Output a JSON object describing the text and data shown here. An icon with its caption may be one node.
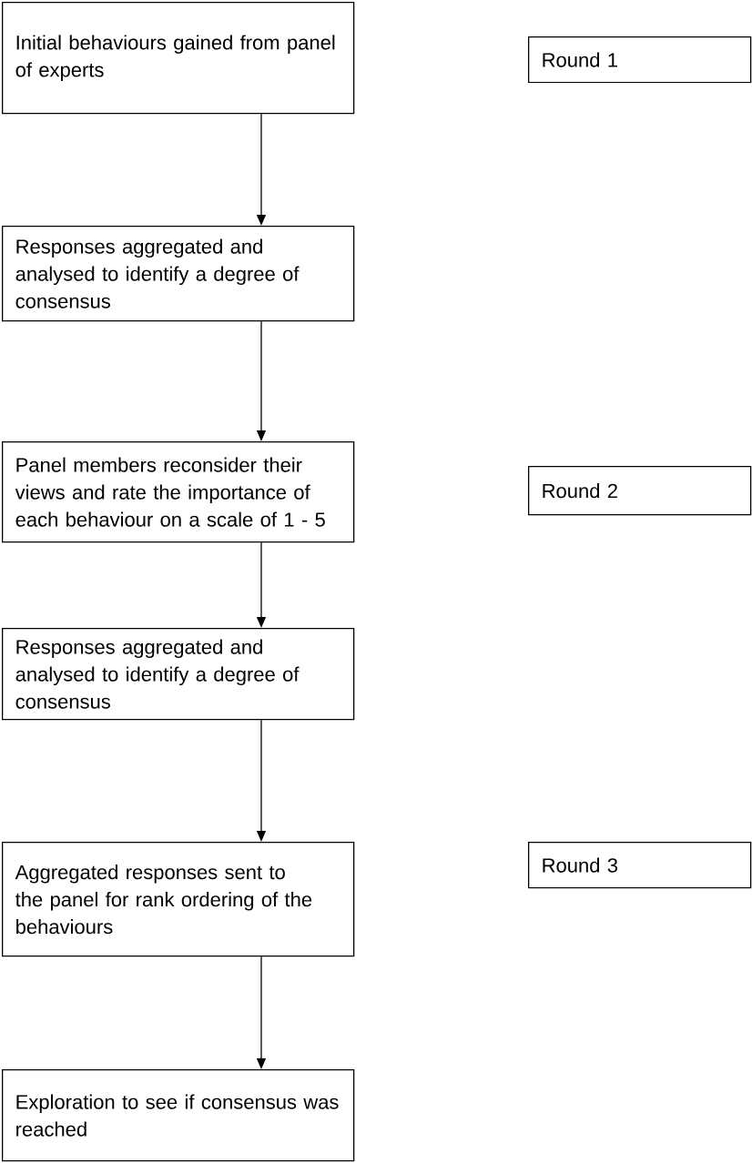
{
  "diagram": {
    "nodes": [
      {
        "text": [
          "Initial behaviours gained from panel of experts"
        ]
      },
      {
        "text": [
          "Round 1"
        ]
      },
      {
        "text": [
          "Responses aggregated and analysed to identify a degree of consensus"
        ]
      },
      {
        "text": [
          "Panel members reconsider their views and rate the importance of each behaviour on a scale of 1 - 5"
        ]
      },
      {
        "text": [
          "Round 2"
        ]
      },
      {
        "text": [
          "Responses aggregated and analysed to identify a degree of consensus"
        ]
      },
      {
        "text": [
          "Aggregated responses sent to the panel for rank ordering of the behaviours"
        ]
      },
      {
        "text": [
          "Round 3"
        ]
      },
      {
        "text": [
          "Exploration to see if consensus was reached"
        ]
      }
    ],
    "edges": [
      {
        "from": 0,
        "to": 2,
        "arrow": "to"
      },
      {
        "from": 2,
        "to": 3,
        "arrow": "to"
      },
      {
        "from": 3,
        "to": 5,
        "arrow": "to"
      },
      {
        "from": 5,
        "to": 6,
        "arrow": "to"
      },
      {
        "from": 6,
        "to": 8,
        "arrow": "to"
      }
    ]
  }
}
